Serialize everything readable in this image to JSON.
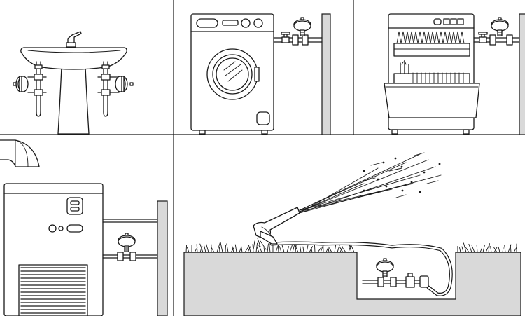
{
  "illustration": {
    "panels": [
      {
        "id": "washbasin"
      },
      {
        "id": "washing-machine"
      },
      {
        "id": "dishwasher"
      },
      {
        "id": "boiler"
      },
      {
        "id": "garden-sprinkler"
      }
    ]
  }
}
